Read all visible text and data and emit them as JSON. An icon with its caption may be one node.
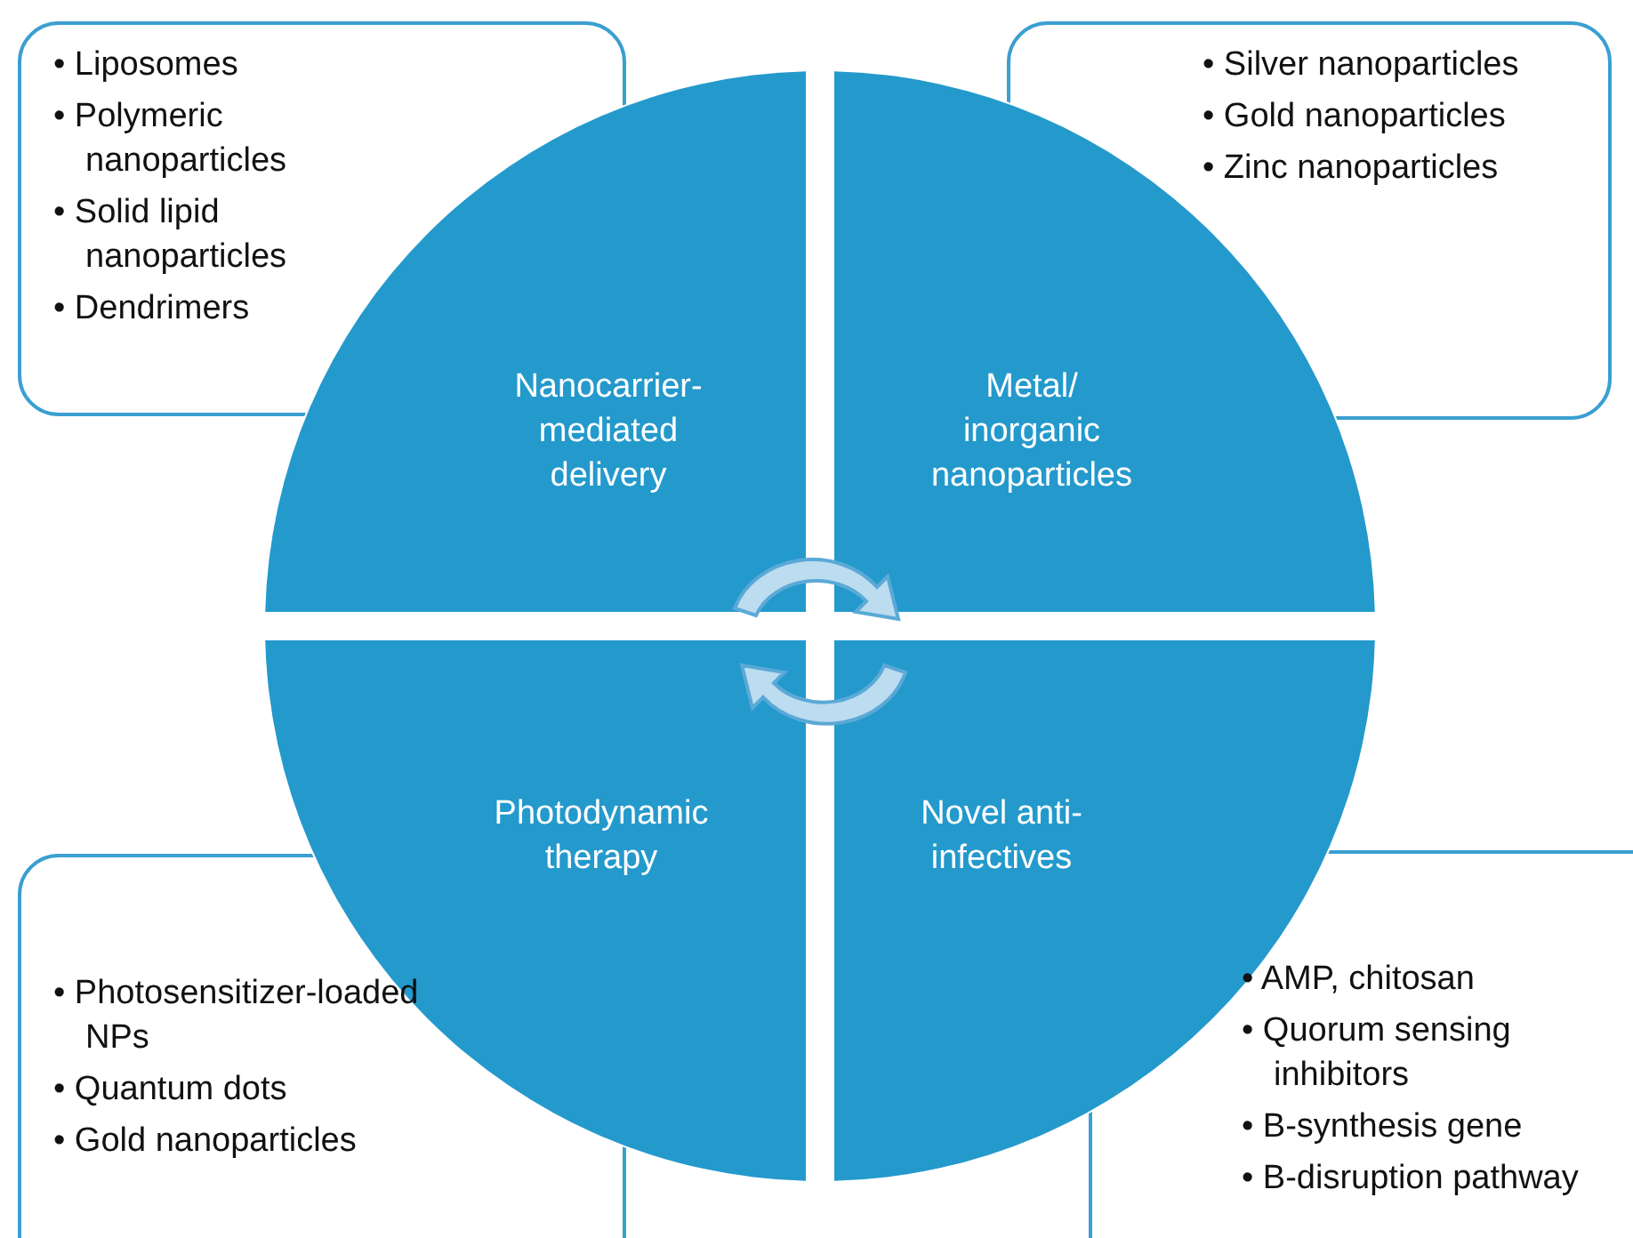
{
  "diagram": {
    "nodes": [
      {
        "text": [
          "• Liposomes",
          "• Polymeric nanoparticles",
          "• Solid lipid nanoparticles",
          "• Dendrimers"
        ]
      },
      {
        "text": [
          "• Silver nanoparticles",
          "• Gold nanoparticles",
          "• Zinc nanoparticles"
        ]
      },
      {
        "text": [
          "Nanocarrier-mediated delivery"
        ]
      },
      {
        "text": [
          "Metal/ inorganic nanoparticles"
        ]
      },
      {
        "text": [
          "Photodynamic therapy"
        ]
      },
      {
        "text": [
          "Novel anti-infectives"
        ]
      },
      {
        "text": [
          "• Photosensitizer-loaded NPs",
          "• Quantum dots",
          "• Gold nanoparticles"
        ]
      },
      {
        "text": [
          "• AMP, chitosan",
          "• Quorum sensing inhibitors",
          "• B-synthesis gene",
          "• B-disruption pathway"
        ]
      }
    ],
    "edges": []
  }
}
